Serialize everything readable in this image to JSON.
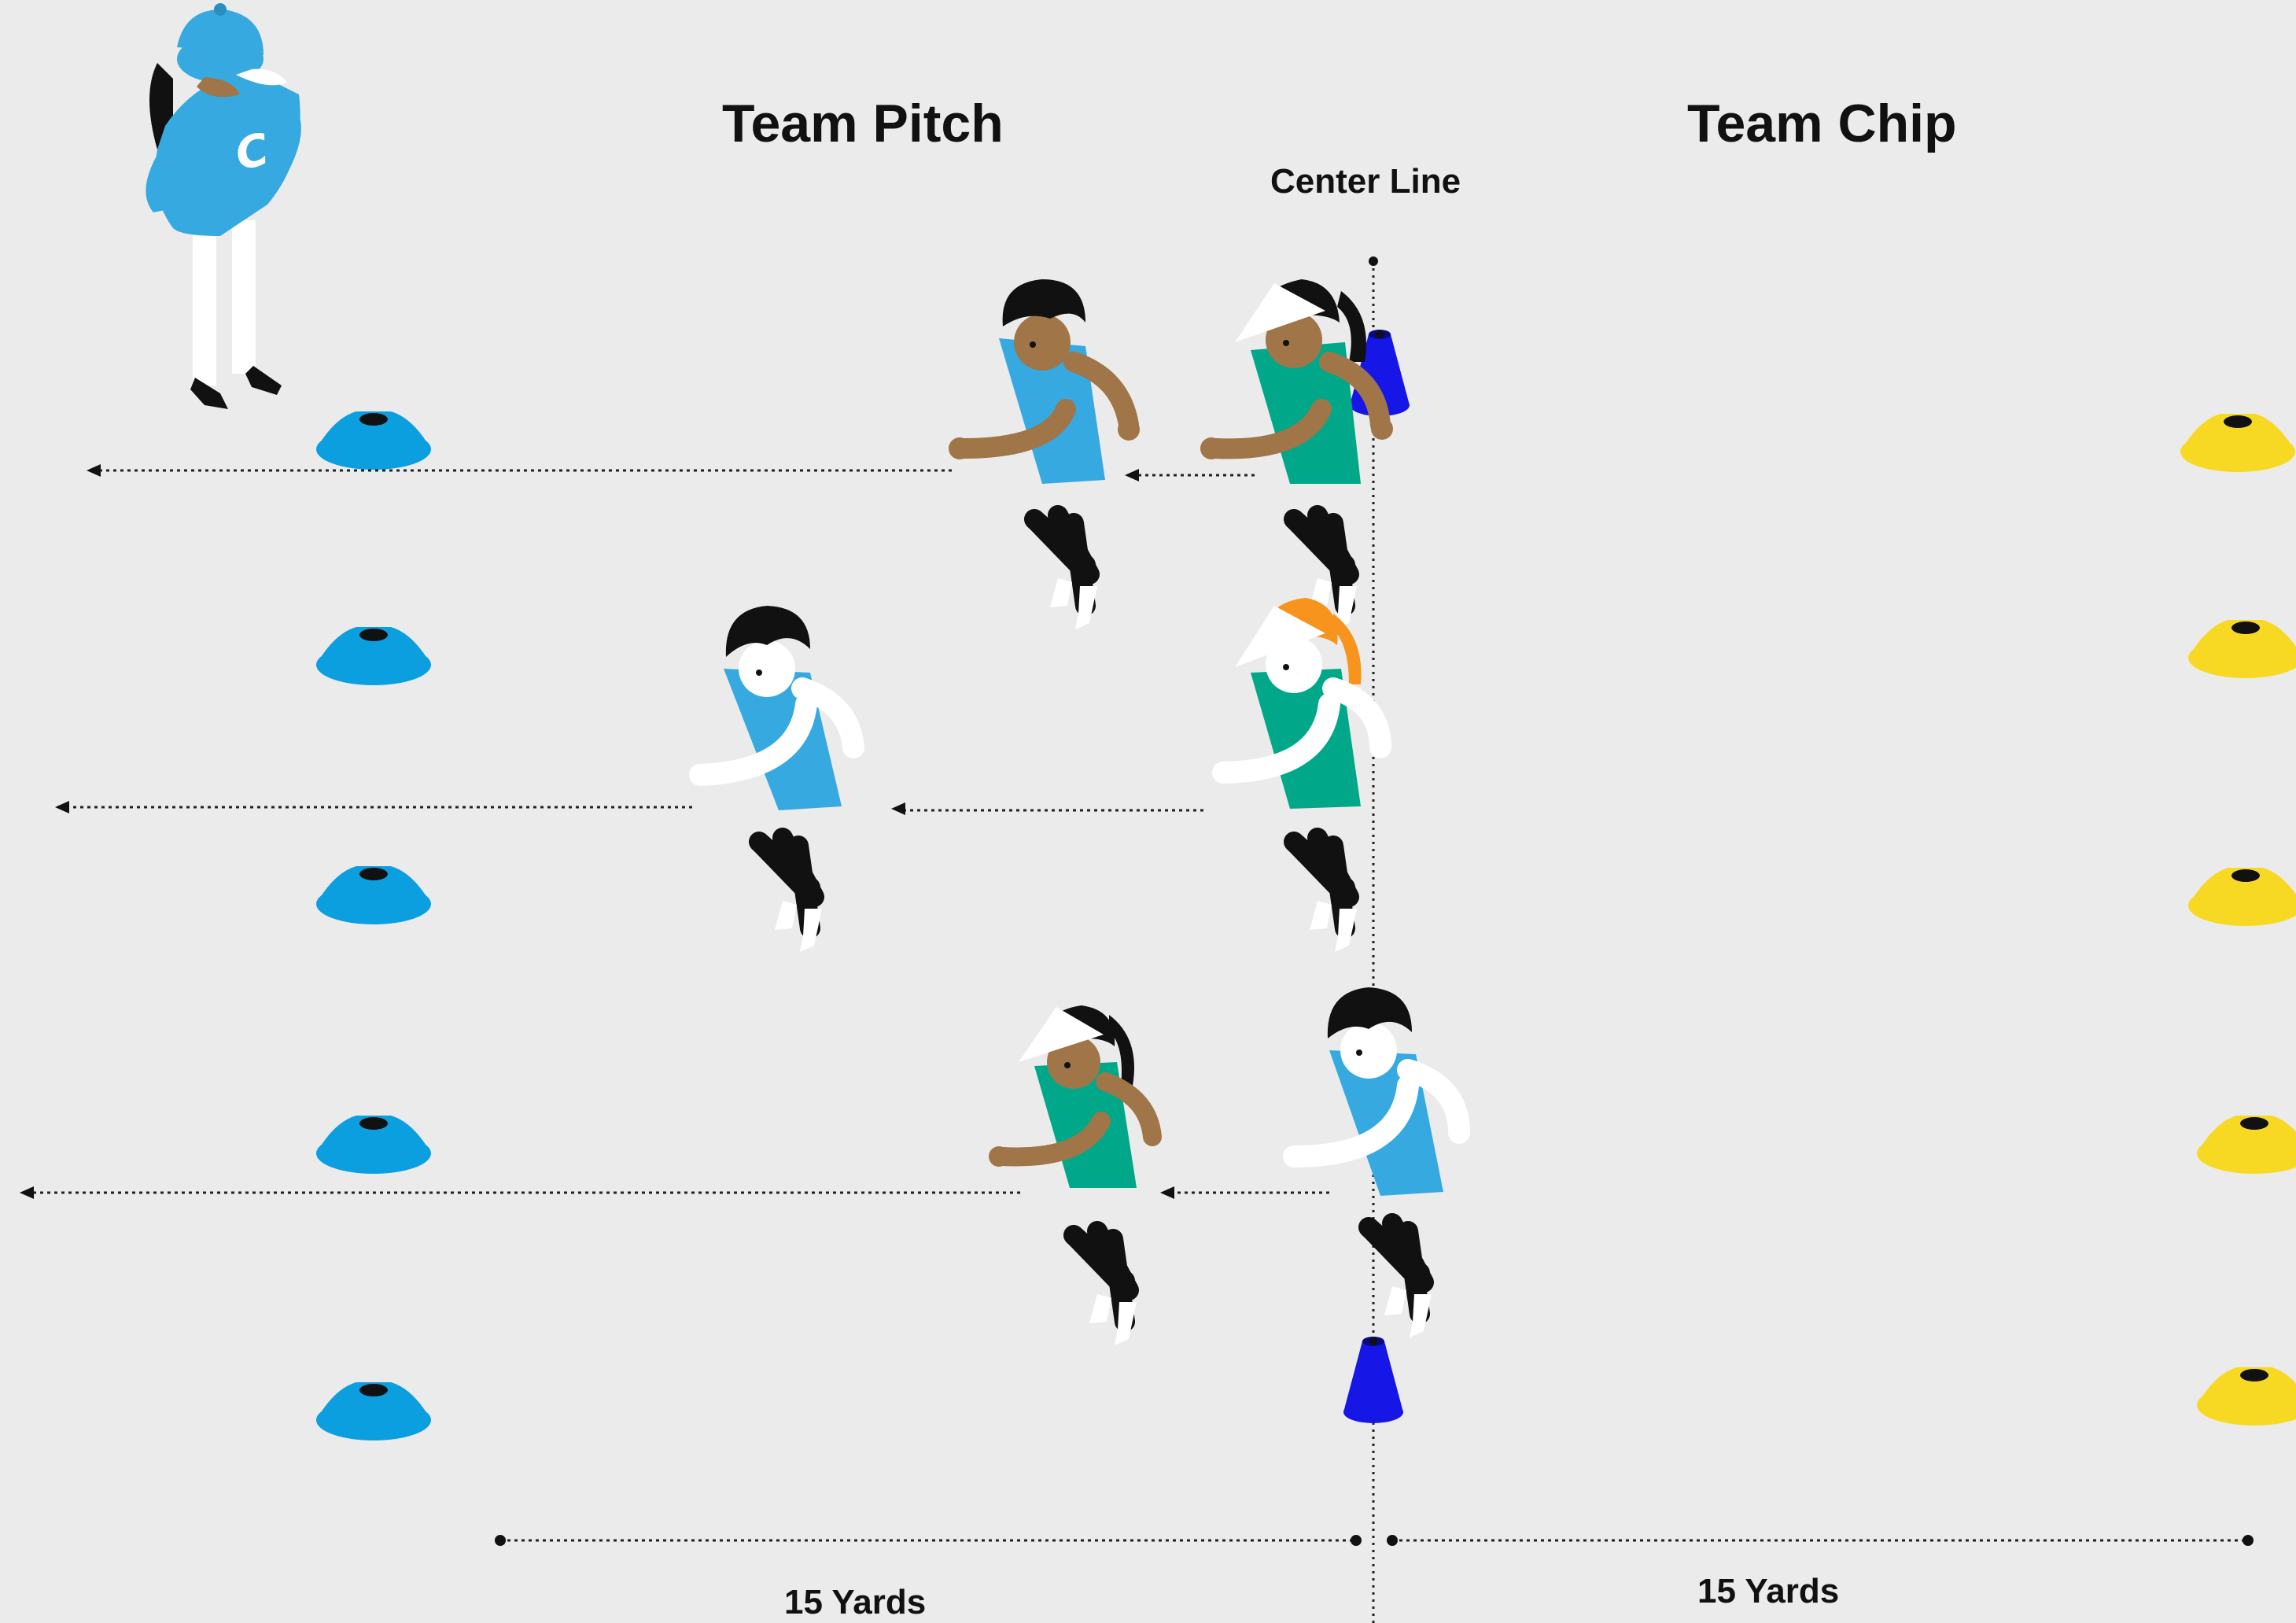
{
  "labels": {
    "team_left": "Team Pitch",
    "team_right": "Team Chip",
    "center_line": "Center Line",
    "distance_left": "15 Yards",
    "distance_right": "15 Yards"
  },
  "colors": {
    "background": "#ebebeb",
    "team_pitch_jersey": "#36a9e1",
    "team_chip_jersey": "#00a889",
    "blue_cone": "#0b9fe0",
    "yellow_cone": "#f7d923",
    "center_marker": "#1616e6",
    "coach": "#36a9e1"
  },
  "coach": {
    "icon": "coach-figure-icon",
    "jersey_letter": "C"
  },
  "players": [
    {
      "team": "Team Pitch",
      "icon": "runner-icon",
      "skin": "#a07548",
      "hair": "#111111"
    },
    {
      "team": "Team Chip",
      "icon": "runner-icon",
      "skin": "#a07548",
      "hair": "#111111"
    },
    {
      "team": "Team Pitch",
      "icon": "runner-icon",
      "skin": "#ffffff",
      "hair": "#111111"
    },
    {
      "team": "Team Chip",
      "icon": "runner-icon",
      "skin": "#ffffff",
      "hair": "#f7941d"
    },
    {
      "team": "Team Chip",
      "icon": "runner-icon",
      "skin": "#a07548",
      "hair": "#111111"
    },
    {
      "team": "Team Pitch",
      "icon": "runner-icon",
      "skin": "#ffffff",
      "hair": "#111111"
    }
  ]
}
